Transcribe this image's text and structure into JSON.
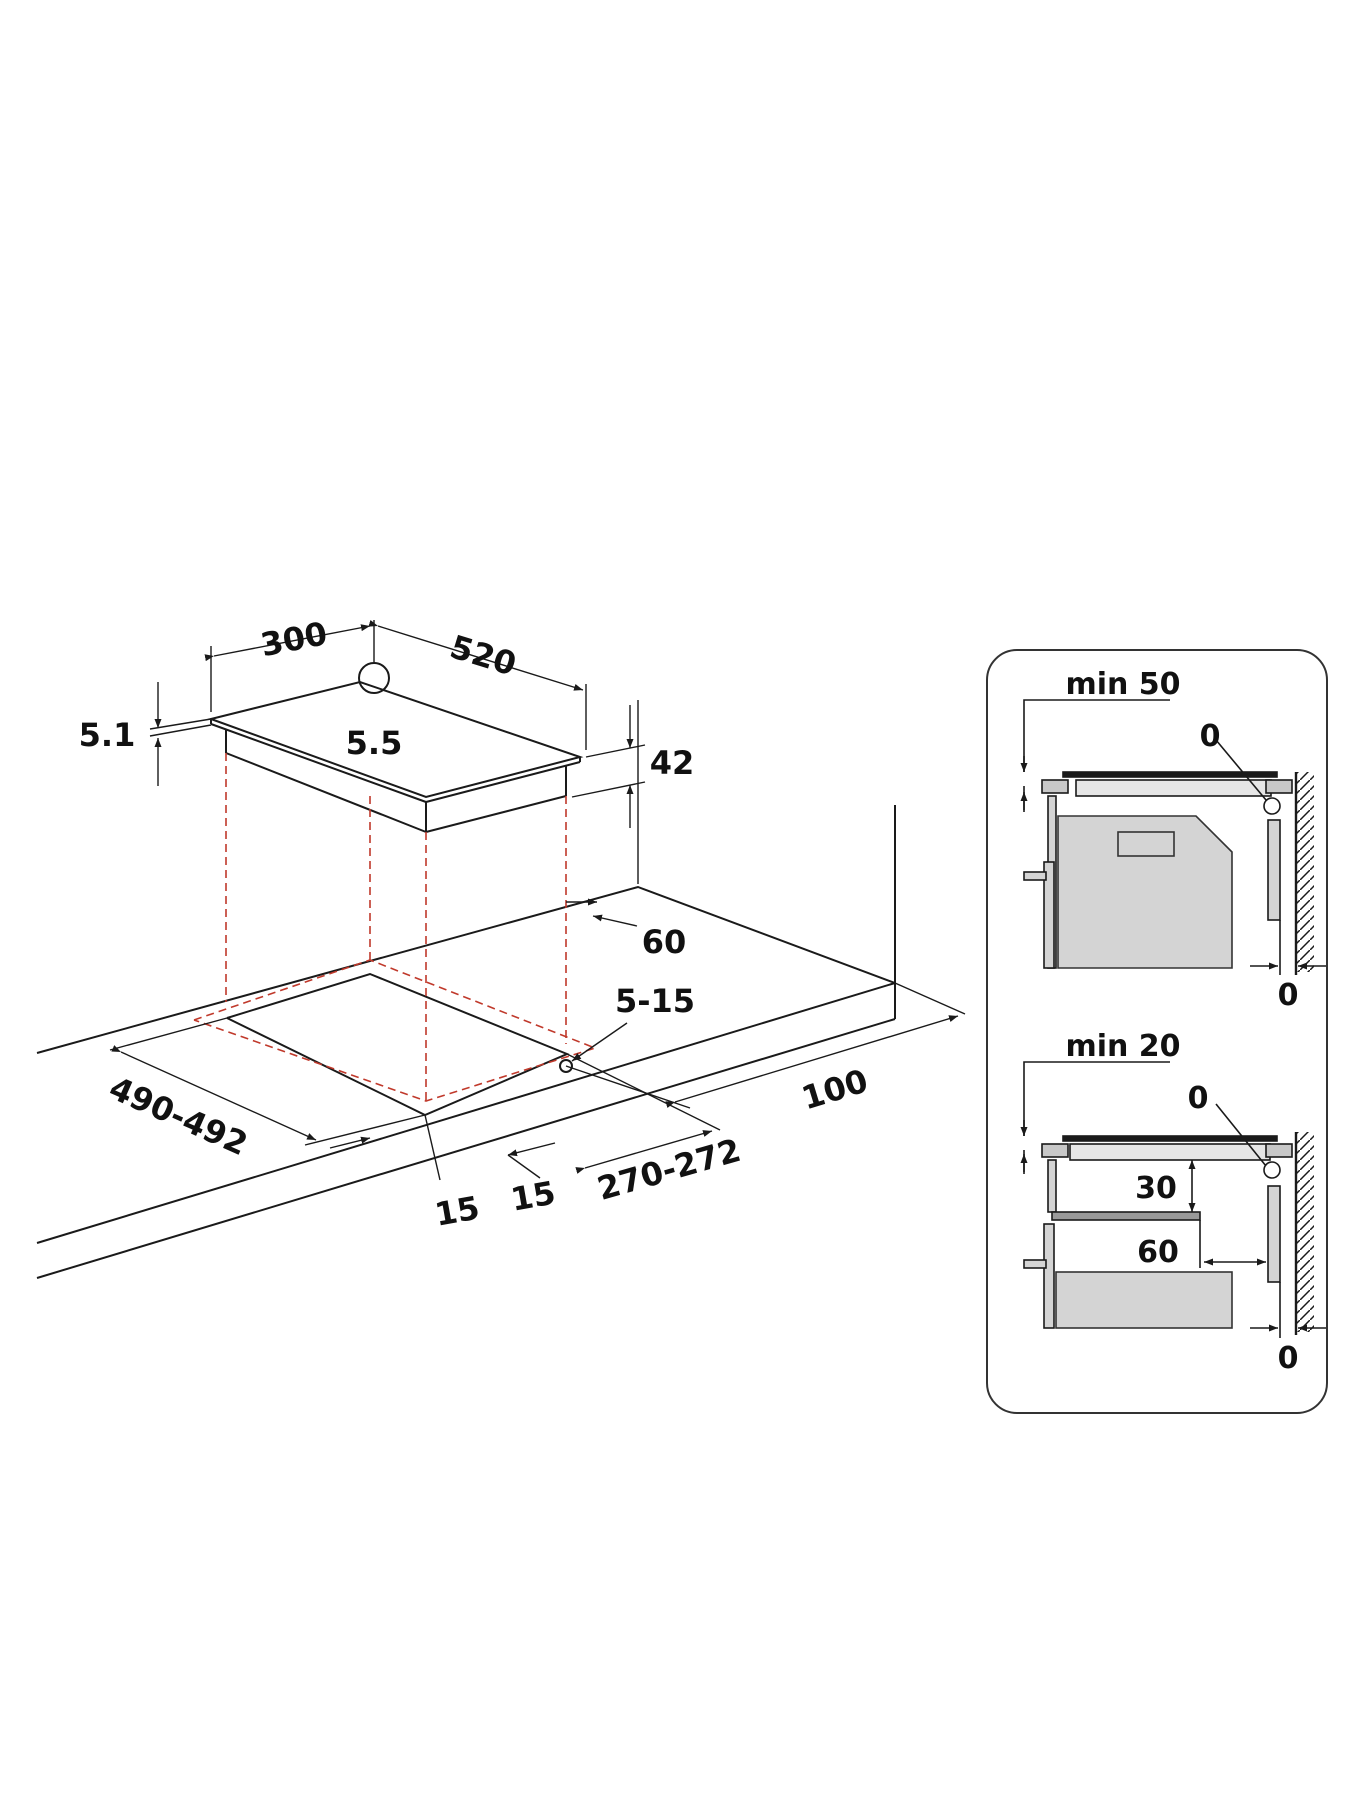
{
  "colors": {
    "line": "#1a1a1a",
    "hidden_line": "#c0392b",
    "panel_fill": "#d4d4d4",
    "panel_border": "#333333",
    "background": "#ffffff"
  },
  "main_view": {
    "labels": {
      "hob_depth": "300",
      "hob_width": "520",
      "glass_thickness": "5.1",
      "cable_marker": "5.5",
      "hob_height": "42",
      "wall_clearance": "60",
      "edge_range": "5-15",
      "side_clearance": "100",
      "cutout_width": "490-492",
      "front_margin_a": "15",
      "front_margin_b": "15",
      "cutout_depth": "270-272"
    }
  },
  "section_top": {
    "label_min": "min 50",
    "label_gap": "0",
    "label_bottom": "0"
  },
  "section_bottom": {
    "label_min": "min 20",
    "label_gap": "0",
    "label_shelf": "30",
    "label_depth": "60",
    "label_bottom": "0"
  }
}
